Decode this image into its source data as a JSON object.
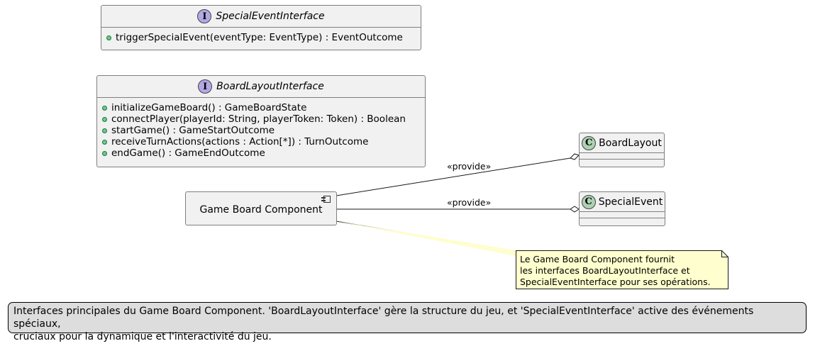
{
  "special_event_interface": {
    "name": "SpecialEventInterface",
    "badge": "I",
    "methods": [
      "triggerSpecialEvent(eventType: EventType) : EventOutcome"
    ]
  },
  "board_layout_interface": {
    "name": "BoardLayoutInterface",
    "badge": "I",
    "methods": [
      "initializeGameBoard() : GameBoardState",
      "connectPlayer(playerId: String, playerToken: Token) : Boolean",
      "startGame() : GameStartOutcome",
      "receiveTurnActions(actions : Action[*]) : TurnOutcome",
      "endGame() : GameEndOutcome"
    ]
  },
  "board_layout_class": {
    "name": "BoardLayout",
    "badge": "C"
  },
  "special_event_class": {
    "name": "SpecialEvent",
    "badge": "C"
  },
  "component": {
    "name": "Game Board Component"
  },
  "edges": {
    "to_board_layout": "«provide»",
    "to_special_event": "«provide»"
  },
  "note": {
    "lines": [
      "Le Game Board Component fournit",
      "les interfaces BoardLayoutInterface et",
      "SpecialEventInterface pour ses opérations."
    ]
  },
  "caption": {
    "lines": [
      "Interfaces principales du Game Board Component. 'BoardLayoutInterface' gère la structure du jeu, et 'SpecialEventInterface' active des événements spéciaux,",
      "cruciaux pour la dynamique et l'interactivité du jeu."
    ]
  },
  "colors": {
    "interface_badge": "#b4a7e5",
    "class_badge": "#add1b2",
    "box_fill": "#f1f1f1",
    "note_fill": "#fefece",
    "caption_fill": "#dddddd"
  }
}
